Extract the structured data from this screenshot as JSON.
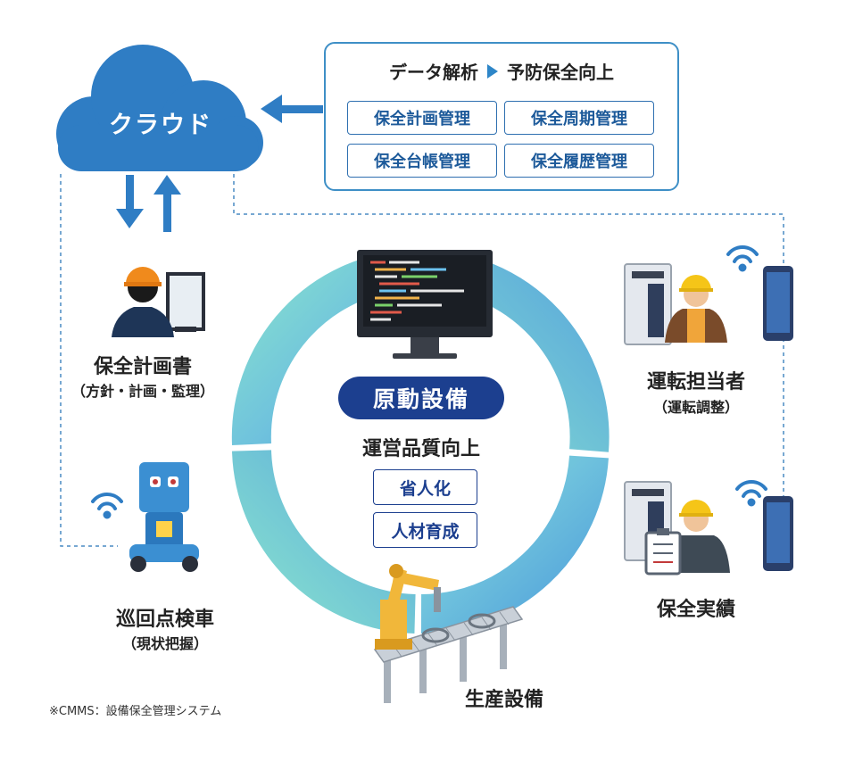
{
  "cloud": {
    "label": "クラウド"
  },
  "analysis": {
    "title_left": "データ解析",
    "title_right": "予防保全向上",
    "items": [
      "保全計画管理",
      "保全周期管理",
      "保全台帳管理",
      "保全履歴管理"
    ]
  },
  "planner": {
    "title": "保全計画書",
    "subtitle": "（方針・計画・監理）"
  },
  "patrol": {
    "title": "巡回点検車",
    "subtitle": "（現状把握）"
  },
  "operator": {
    "title": "運転担当者",
    "subtitle": "（運転調整）"
  },
  "record": {
    "title": "保全実績"
  },
  "core": {
    "badge": "原動設備",
    "subtitle": "運営品質向上",
    "items": [
      "省人化",
      "人材育成"
    ]
  },
  "production": {
    "title": "生産設備"
  },
  "footnote": "※CMMS：設備保全管理システム",
  "colors": {
    "cloud": "#2f7dc4",
    "panel_border": "#3e8fc6",
    "badge": "#1c3f8f",
    "ring_teal": "#7fd9d0",
    "ring_blue": "#5aa8dc",
    "dotted_line": "#4a8cc4"
  }
}
